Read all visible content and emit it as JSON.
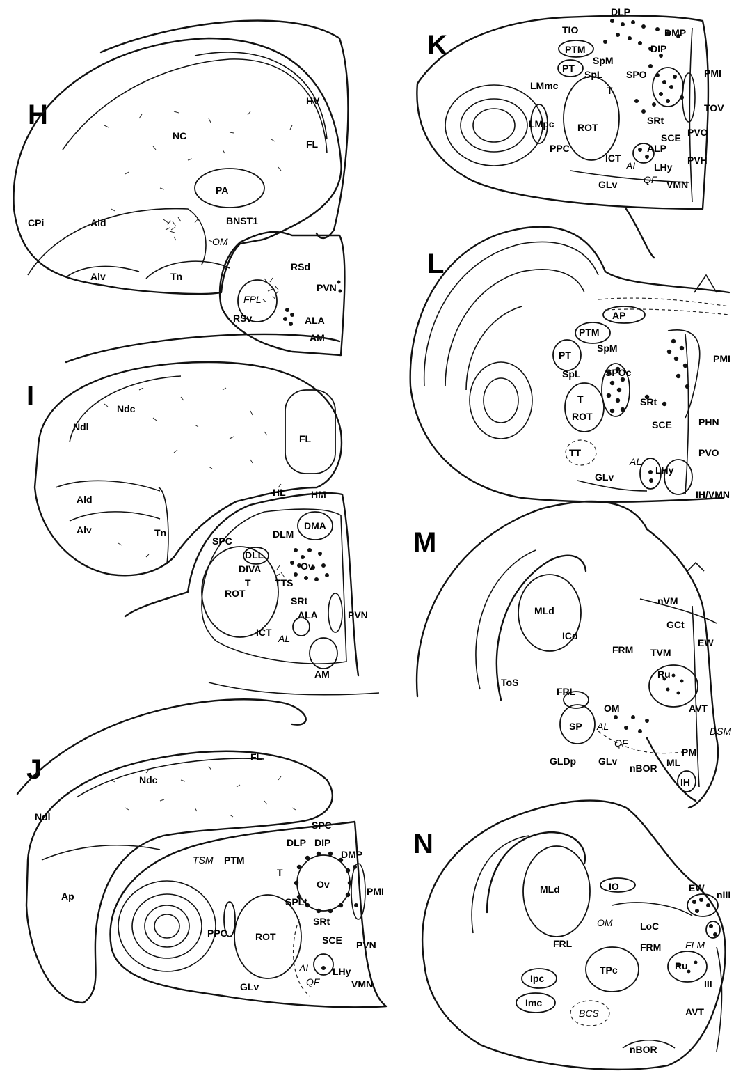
{
  "panels": {
    "H": {
      "letter": "H",
      "labels": {
        "HV": "HV",
        "NC": "NC",
        "FL": "FL",
        "CPi": "CPi",
        "PA": "PA",
        "Ald": "Ald",
        "BNST1": "BNST1",
        "OM": "OM",
        "Alv": "Alv",
        "Tn": "Tn",
        "RSd": "RSd",
        "PVN": "PVN",
        "FPL": "FPL",
        "RSv": "RSv",
        "ALA": "ALA",
        "AM": "AM"
      }
    },
    "I": {
      "letter": "I",
      "labels": {
        "Ndc": "Ndc",
        "Ndl": "Ndl",
        "FL": "FL",
        "Ald": "Ald",
        "Alv": "Alv",
        "Tn": "Tn",
        "HL": "HL",
        "HM": "HM",
        "DMA": "DMA",
        "SPC": "SPC",
        "DLL": "DLL",
        "DLM": "DLM",
        "DIVA": "DIVA",
        "Ov": "Ov",
        "T": "T",
        "TTS": "TTS",
        "ROT": "ROT",
        "SRt": "SRt",
        "ALA": "ALA",
        "PVN": "PVN",
        "ICT": "ICT",
        "AL": "AL",
        "AM": "AM"
      }
    },
    "J": {
      "letter": "J",
      "labels": {
        "Ndl": "Ndl",
        "Ndc": "Ndc",
        "FL": "FL",
        "Ap": "Ap",
        "SPC": "SPC",
        "DLP": "DLP",
        "DIP": "DIP",
        "DMP": "DMP",
        "TSM": "TSM",
        "PTM": "PTM",
        "T": "T",
        "Ov": "Ov",
        "PMI": "PMI",
        "SPLt": "SPLt",
        "PPC": "PPC",
        "ROT": "ROT",
        "SRt": "SRt",
        "SCE": "SCE",
        "PVN": "PVN",
        "AL": "AL",
        "QF": "QF",
        "LHy": "LHy",
        "VMN": "VMN",
        "GLv": "GLv"
      }
    },
    "K": {
      "letter": "K",
      "labels": {
        "DLP": "DLP",
        "TIO": "TIO",
        "DMP": "DMP",
        "DIP": "DIP",
        "PTM": "PTM",
        "SpM": "SpM",
        "PT": "PT",
        "SpL": "SpL",
        "SPO": "SPO",
        "PMI": "PMI",
        "LMmc": "LMmc",
        "T": "T",
        "TOV": "TOV",
        "LMpc": "LMpc",
        "ROT": "ROT",
        "SRt": "SRt",
        "SCE": "SCE",
        "PVO": "PVO",
        "PPC": "PPC",
        "ALP": "ALP",
        "ICT": "ICT",
        "AL": "AL",
        "PVH": "PVH",
        "LHy": "LHy",
        "QF": "QF",
        "VMN": "VMN",
        "GLv": "GLv"
      }
    },
    "L": {
      "letter": "L",
      "labels": {
        "AP": "AP",
        "PTM": "PTM",
        "SpM": "SpM",
        "PT": "PT",
        "PMI": "PMI",
        "SpL": "SpL",
        "SPOc": "SPOc",
        "SRt": "SRt",
        "T": "T",
        "ROT": "ROT",
        "SCE": "SCE",
        "PHN": "PHN",
        "TT": "TT",
        "PVO": "PVO",
        "AL": "AL",
        "LHy": "LHy",
        "GLv": "GLv",
        "IHVMN": "IH/VMN"
      }
    },
    "M": {
      "letter": "M",
      "labels": {
        "nVM": "nVM",
        "MLd": "MLd",
        "GCt": "GCt",
        "ICo": "ICo",
        "EW": "EW",
        "FRM": "FRM",
        "TVM": "TVM",
        "Ru": "Ru",
        "ToS": "ToS",
        "FRL": "FRL",
        "OM": "OM",
        "AVT": "AVT",
        "AL": "AL",
        "SP": "SP",
        "DSM": "DSM",
        "QF": "QF",
        "PM": "PM",
        "GLDp": "GLDp",
        "GLv": "GLv",
        "nBOR": "nBOR",
        "ML": "ML",
        "IH": "IH"
      }
    },
    "N": {
      "letter": "N",
      "labels": {
        "MLd": "MLd",
        "IO": "IO",
        "EW": "EW",
        "nIII": "nIII",
        "OM": "OM",
        "LoC": "LoC",
        "FRL": "FRL",
        "FRM": "FRM",
        "FLM": "FLM",
        "TPc": "TPc",
        "Ru": "Ru",
        "Ipc": "Ipc",
        "III": "III",
        "Imc": "Imc",
        "BCS": "BCS",
        "AVT": "AVT",
        "nBOR": "nBOR"
      }
    }
  }
}
